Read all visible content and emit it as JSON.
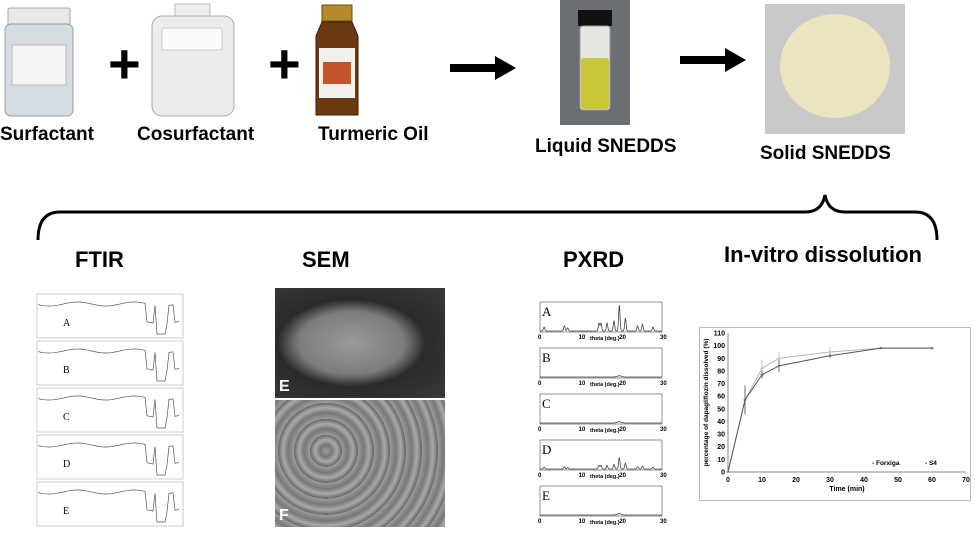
{
  "process": {
    "items": [
      {
        "label": "Surfactant"
      },
      {
        "label": "Cosurfactant"
      },
      {
        "label": "Turmeric Oil"
      },
      {
        "label": "Liquid SNEDDS"
      },
      {
        "label": "Solid SNEDDS"
      }
    ],
    "plus": "+"
  },
  "headings": {
    "ftir": "FTIR",
    "sem": "SEM",
    "pxrd": "PXRD",
    "dissolution": "In-vitro dissolution"
  },
  "ftir": {
    "panels": [
      "A",
      "B",
      "C",
      "D",
      "E"
    ]
  },
  "sem": {
    "panels": [
      "E",
      "F"
    ]
  },
  "pxrd": {
    "panels": [
      "A",
      "B",
      "C",
      "D",
      "E"
    ],
    "xlabel": "theta (deg.)",
    "ticks": [
      "0",
      "10",
      "20",
      "30"
    ]
  },
  "chart_data": {
    "type": "line",
    "xlabel": "Time (min)",
    "ylabel": "percentage of dapagliflozin dissolved (%)",
    "xlim": [
      0,
      70
    ],
    "ylim": [
      0,
      110
    ],
    "xticks": [
      0,
      10,
      20,
      30,
      40,
      50,
      60,
      70
    ],
    "yticks": [
      0,
      10,
      20,
      30,
      40,
      50,
      60,
      70,
      80,
      90,
      100,
      110
    ],
    "legend_position": "bottom-right",
    "series": [
      {
        "name": "Forxiga",
        "color": "#b8b8b8",
        "x": [
          0,
          5,
          10,
          15,
          30,
          45,
          60
        ],
        "y": [
          0,
          57,
          82,
          90,
          95,
          98,
          98
        ],
        "err": [
          0,
          12,
          7,
          5,
          4,
          1,
          1
        ]
      },
      {
        "name": "S4",
        "color": "#555555",
        "x": [
          0,
          5,
          10,
          15,
          30,
          45,
          60
        ],
        "y": [
          0,
          57,
          77,
          84,
          92,
          98,
          98
        ],
        "err": [
          0,
          11,
          3,
          5,
          2,
          1,
          1
        ]
      }
    ]
  }
}
